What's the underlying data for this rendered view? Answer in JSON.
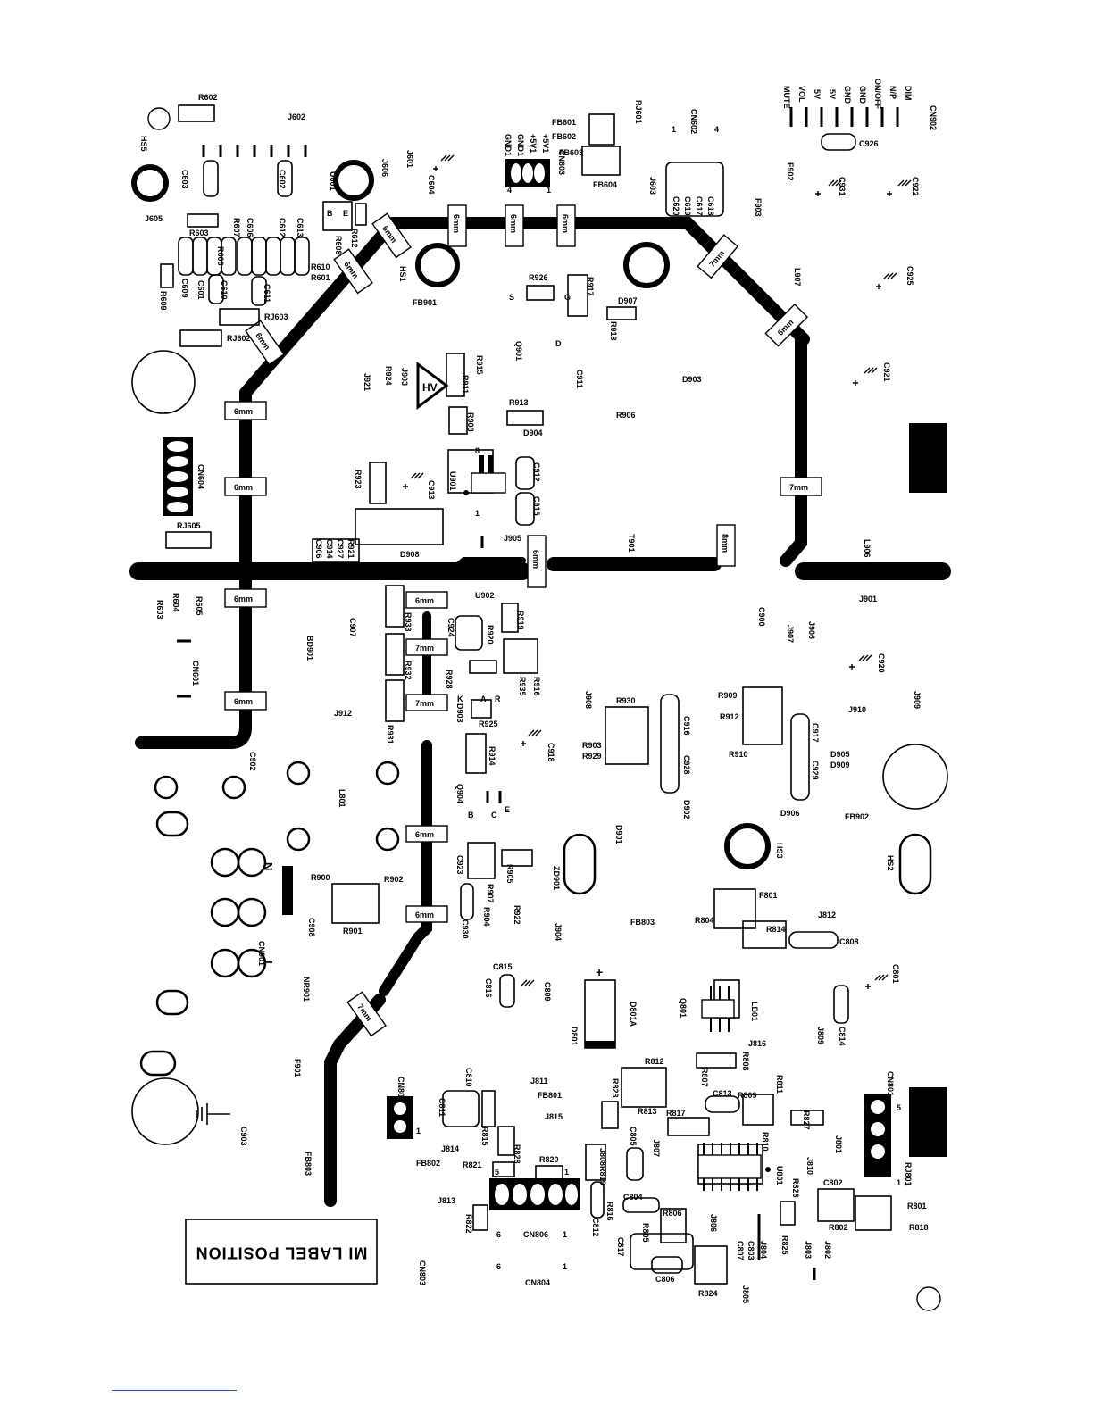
{
  "label_position": "MI LABEL POSITION",
  "signal_labels": [
    "MUTE",
    "VOL",
    "5V",
    "5V",
    "GND",
    "GND",
    "ON/OFF",
    "N/P",
    "DIM"
  ],
  "trace_width_labels": [
    "6mm",
    "7mm",
    "8mm"
  ],
  "marker_hv": "HV",
  "pin_labels": [
    "GND1",
    "GND1",
    "+5V1",
    "+5V1",
    "4",
    "1",
    "1",
    "4",
    "5",
    "1",
    "6",
    "1",
    "6",
    "1",
    "5",
    "1",
    "1",
    "N",
    "L",
    "S",
    "G",
    "D",
    "K",
    "A",
    "R",
    "B",
    "C",
    "E",
    "8",
    "1",
    "B",
    "E"
  ],
  "designators": [
    "R602",
    "J602",
    "HS5",
    "C603",
    "C602",
    "U601",
    "J606",
    "J601",
    "C604",
    "CN603",
    "FB601",
    "FB602",
    "RJ601",
    "CN602",
    "FB603",
    "FB604",
    "J603",
    "C620",
    "C619",
    "C617",
    "C618",
    "CN902",
    "C926",
    "F902",
    "F903",
    "C931",
    "C922",
    "J605",
    "R603",
    "R607",
    "C606",
    "C612",
    "C613",
    "R608",
    "R612",
    "R610",
    "R601",
    "C609",
    "C601",
    "C610",
    "C611",
    "R609",
    "R606",
    "RJ603",
    "RJ602",
    "HS1",
    "FB901",
    "R926",
    "R917",
    "D907",
    "R918",
    "L907",
    "C925",
    "Q901",
    "D903",
    "C921",
    "R915",
    "J903",
    "R924",
    "J921",
    "R911",
    "C911",
    "R913",
    "R906",
    "R908",
    "D904",
    "U901",
    "C912",
    "C915",
    "R923",
    "C913",
    "CN604",
    "RJ605",
    "J905",
    "T901",
    "D908",
    "R921",
    "C927",
    "C914",
    "C906",
    "L906",
    "J901",
    "R605",
    "R604",
    "R603",
    "U902",
    "R919",
    "C924",
    "R920",
    "C907",
    "R933",
    "R932",
    "R916",
    "R935",
    "R928",
    "BD901",
    "CN601",
    "C900",
    "J907",
    "J906",
    "C920",
    "J909",
    "J912",
    "D903",
    "R925",
    "J908",
    "R930",
    "C916",
    "R909",
    "R912",
    "J910",
    "C917",
    "R931",
    "R914",
    "C918",
    "R903",
    "R929",
    "C928",
    "R910",
    "D905",
    "D909",
    "C929",
    "C902",
    "L801",
    "Q904",
    "D902",
    "D906",
    "FB902",
    "D901",
    "HS3",
    "HS2",
    "R905",
    "C923",
    "ZD901",
    "R900",
    "R902",
    "R907",
    "R922",
    "F801",
    "R804",
    "FB803",
    "R901",
    "C908",
    "R904",
    "C930",
    "J904",
    "R814",
    "J812",
    "C808",
    "CN901",
    "C801",
    "NR901",
    "C815",
    "C816",
    "C809",
    "D801",
    "D801A",
    "Q801",
    "LB01",
    "J809",
    "C814",
    "F901",
    "J816",
    "R812",
    "R807",
    "R808",
    "R811",
    "J811",
    "C810",
    "FB801",
    "R823",
    "R813",
    "C813",
    "R809",
    "CN801",
    "CN802",
    "C811",
    "J815",
    "R817",
    "R827",
    "C903",
    "R815",
    "R828",
    "J814",
    "C805",
    "R810",
    "J807",
    "FB802",
    "R821",
    "R820",
    "J808",
    "R819",
    "U801",
    "J810",
    "J801",
    "RJ801",
    "C802",
    "R826",
    "J813",
    "C804",
    "C812",
    "R816",
    "R806",
    "R801",
    "R802",
    "R818",
    "R822",
    "CN806",
    "C817",
    "R805",
    "J806",
    "R825",
    "J803",
    "J802",
    "C803",
    "C807",
    "J804",
    "FB803",
    "CN803",
    "CN804",
    "C806",
    "R824",
    "J805"
  ]
}
